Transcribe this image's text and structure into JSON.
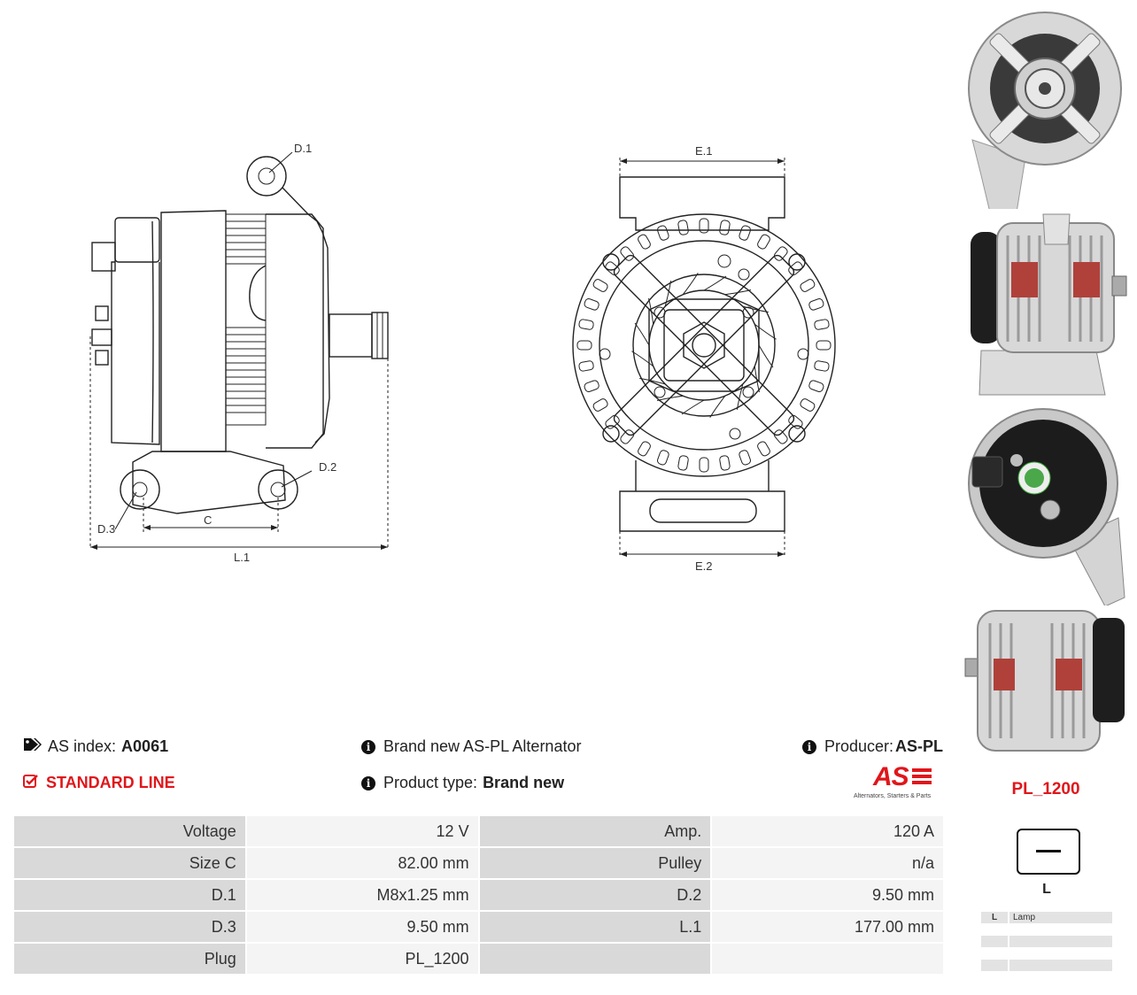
{
  "drawing_labels": {
    "d1": "D.1",
    "d2": "D.2",
    "d3": "D.3",
    "c": "C",
    "l1": "L.1",
    "e1": "E.1",
    "e2": "E.2"
  },
  "info": {
    "as_index_label": "AS index:",
    "as_index_value": "A0061",
    "standard_line": "STANDARD LINE",
    "brand_label": "Brand new AS-PL Alternator",
    "product_type_label": "Product type:",
    "product_type_value": "Brand new",
    "producer_label": "Producer:",
    "producer_value": "AS-PL",
    "logo_text": "AS",
    "logo_tagline": "Alternators, Starters & Parts"
  },
  "specs": [
    {
      "k1": "Voltage",
      "v1": "12 V",
      "k2": "Amp.",
      "v2": "120 A"
    },
    {
      "k1": "Size C",
      "v1": "82.00 mm",
      "k2": "Pulley",
      "v2": "n/a"
    },
    {
      "k1": "D.1",
      "v1": "M8x1.25 mm",
      "k2": "D.2",
      "v2": "9.50 mm"
    },
    {
      "k1": "D.3",
      "v1": "9.50 mm",
      "k2": "L.1",
      "v2": "177.00 mm"
    },
    {
      "k1": "Plug",
      "v1": "PL_1200",
      "k2": "",
      "v2": ""
    }
  ],
  "plug": {
    "name": "PL_1200",
    "terminal": "L",
    "pins": [
      {
        "pin": "L",
        "desc": "Lamp"
      },
      {
        "pin": "",
        "desc": ""
      },
      {
        "pin": "",
        "desc": ""
      }
    ]
  },
  "colors": {
    "accent_red": "#e0161b",
    "key_cell": "#d9d9d9",
    "value_cell": "#f4f4f4"
  },
  "photos": [
    "alternator-front-photo",
    "alternator-side-photo",
    "alternator-rear-photo",
    "alternator-pulley-side-photo"
  ]
}
